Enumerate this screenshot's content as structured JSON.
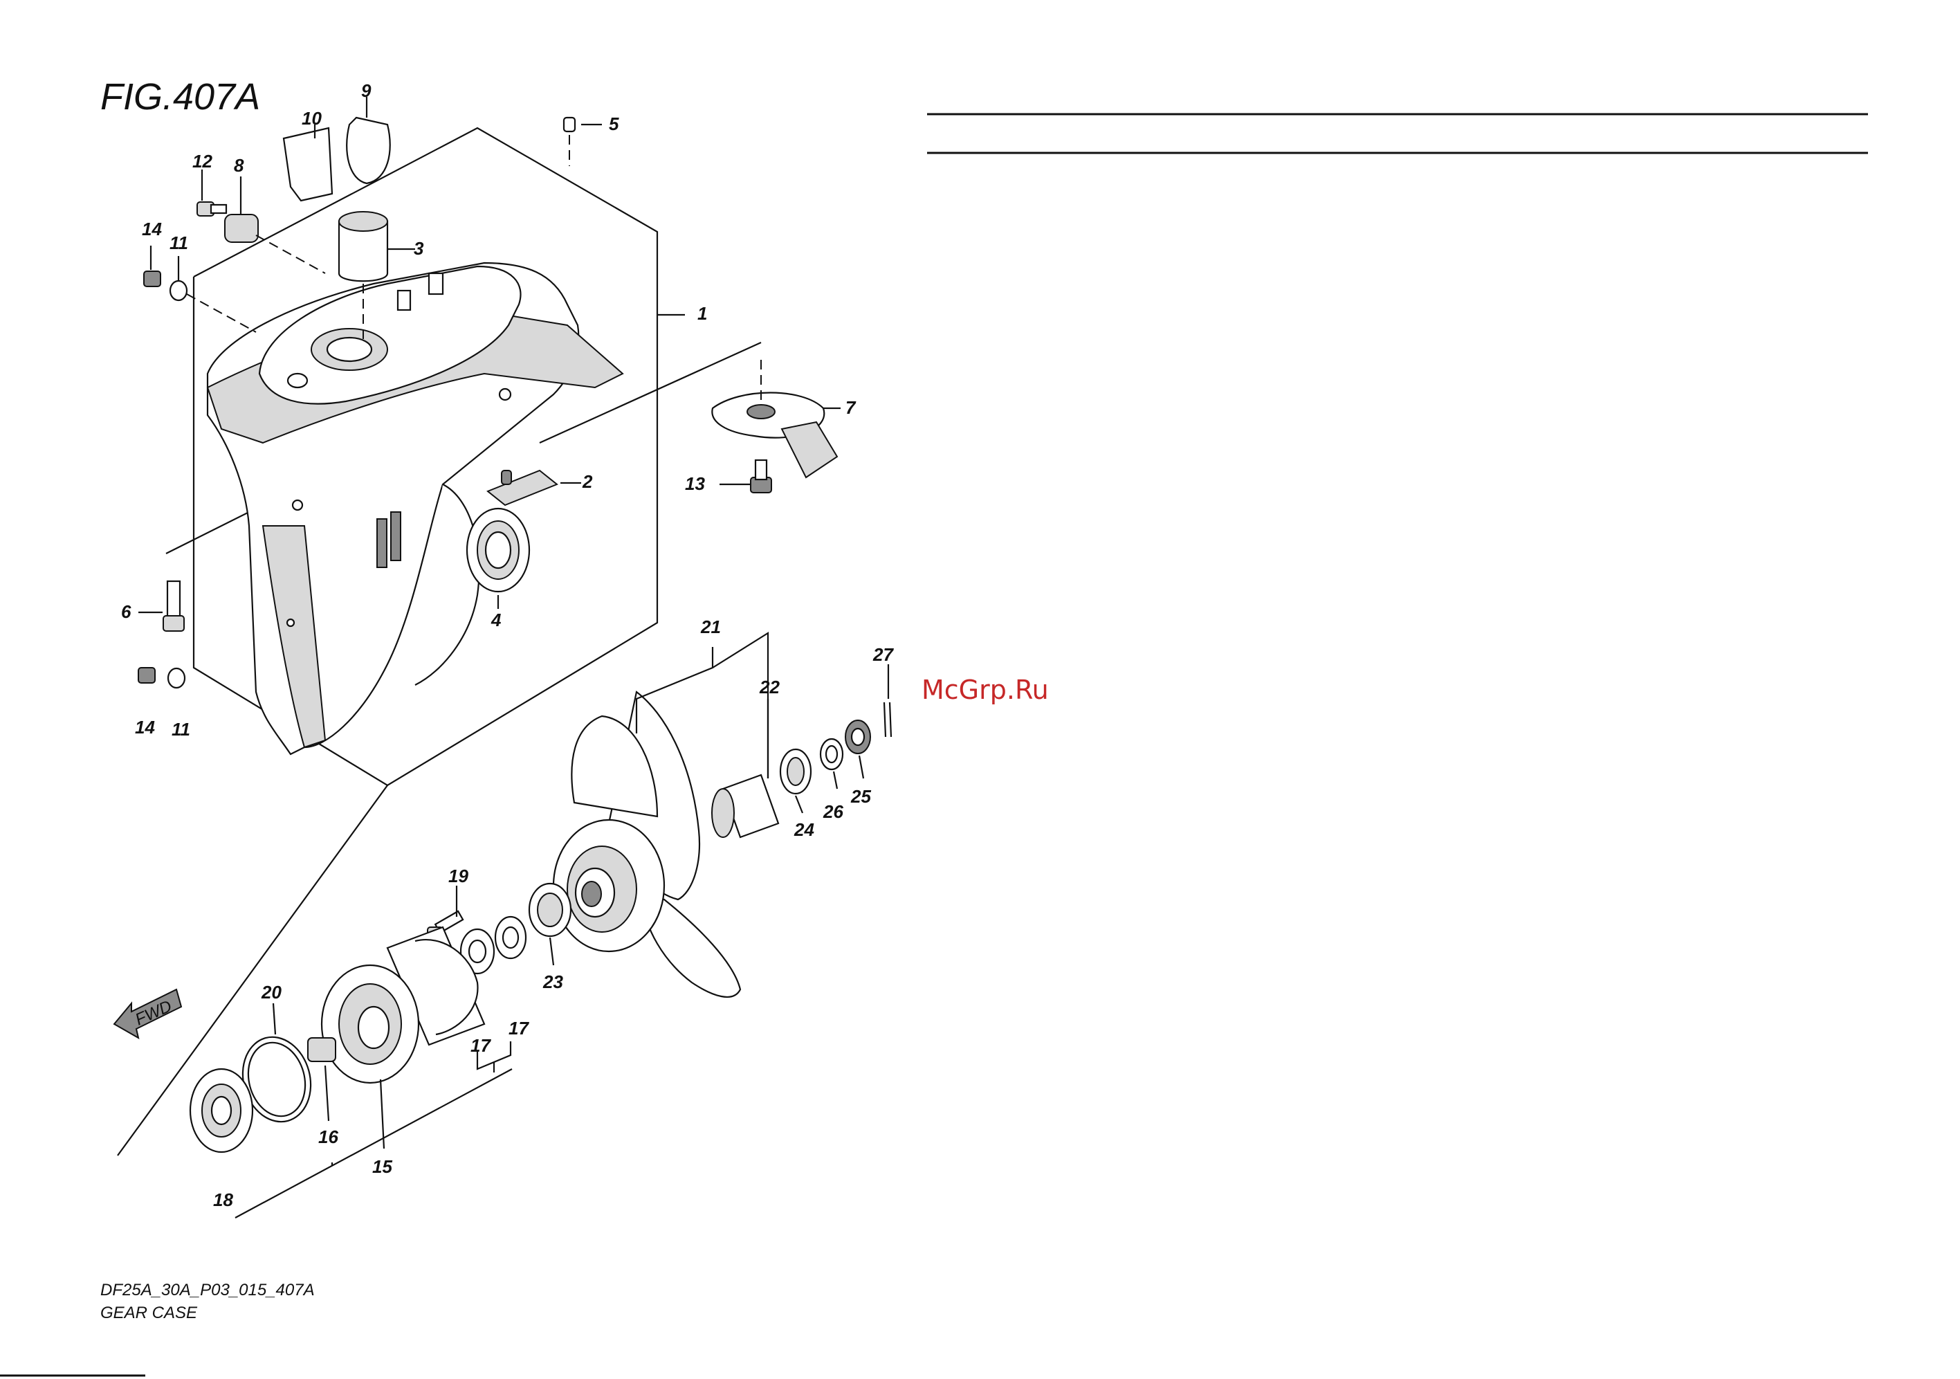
{
  "figure": {
    "title": "FIG.407A",
    "model_code": "DF25A_30A_P03_015_407A",
    "subtitle": "GEAR CASE"
  },
  "watermark": "McGrp.Ru",
  "direction_marker": "FWD",
  "callouts": [
    "1",
    "2",
    "3",
    "4",
    "5",
    "6",
    "7",
    "8",
    "9",
    "10",
    "11",
    "11",
    "12",
    "13",
    "14",
    "14",
    "15",
    "16",
    "17",
    "17",
    "18",
    "19",
    "20",
    "21",
    "22",
    "23",
    "24",
    "25",
    "26",
    "27"
  ]
}
